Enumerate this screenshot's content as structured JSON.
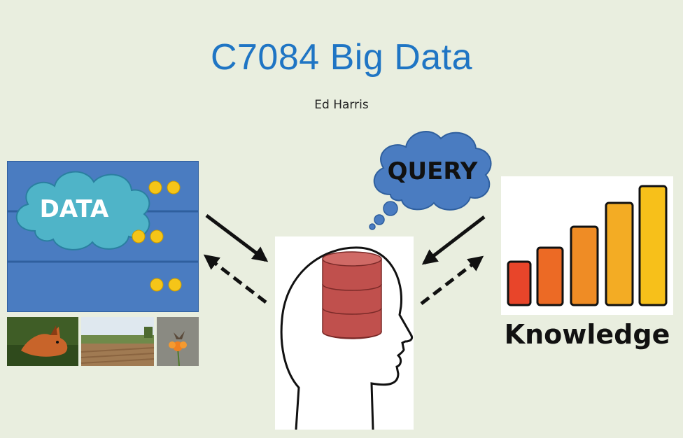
{
  "slide": {
    "title": "C7084 Big Data",
    "subtitle": "Ed Harris"
  },
  "server": {
    "cloud_label": "DATA",
    "colors": {
      "panel": "#4a7cc1",
      "cloud": "#4fb4c8",
      "leds": "#f5c518"
    }
  },
  "thought_bubble": {
    "label": "QUERY",
    "color": "#4a7cc1"
  },
  "head": {
    "database_color": "#c0504d",
    "icon": "head-with-database-icon"
  },
  "knowledge": {
    "label": "Knowledge",
    "bar_colors": [
      "#e8452a",
      "#ec6a25",
      "#ef8c25",
      "#f3ac24",
      "#f7c01a"
    ]
  },
  "photos": [
    {
      "icon": "fox-photo"
    },
    {
      "icon": "field-photo"
    },
    {
      "icon": "butterfly-flower-photo"
    }
  ],
  "arrows": [
    {
      "icon": "arrow-data-to-head",
      "style": "solid"
    },
    {
      "icon": "arrow-head-to-data",
      "style": "dashed"
    },
    {
      "icon": "arrow-query-to-head",
      "style": "solid"
    },
    {
      "icon": "arrow-head-to-knowledge",
      "style": "dashed"
    }
  ]
}
